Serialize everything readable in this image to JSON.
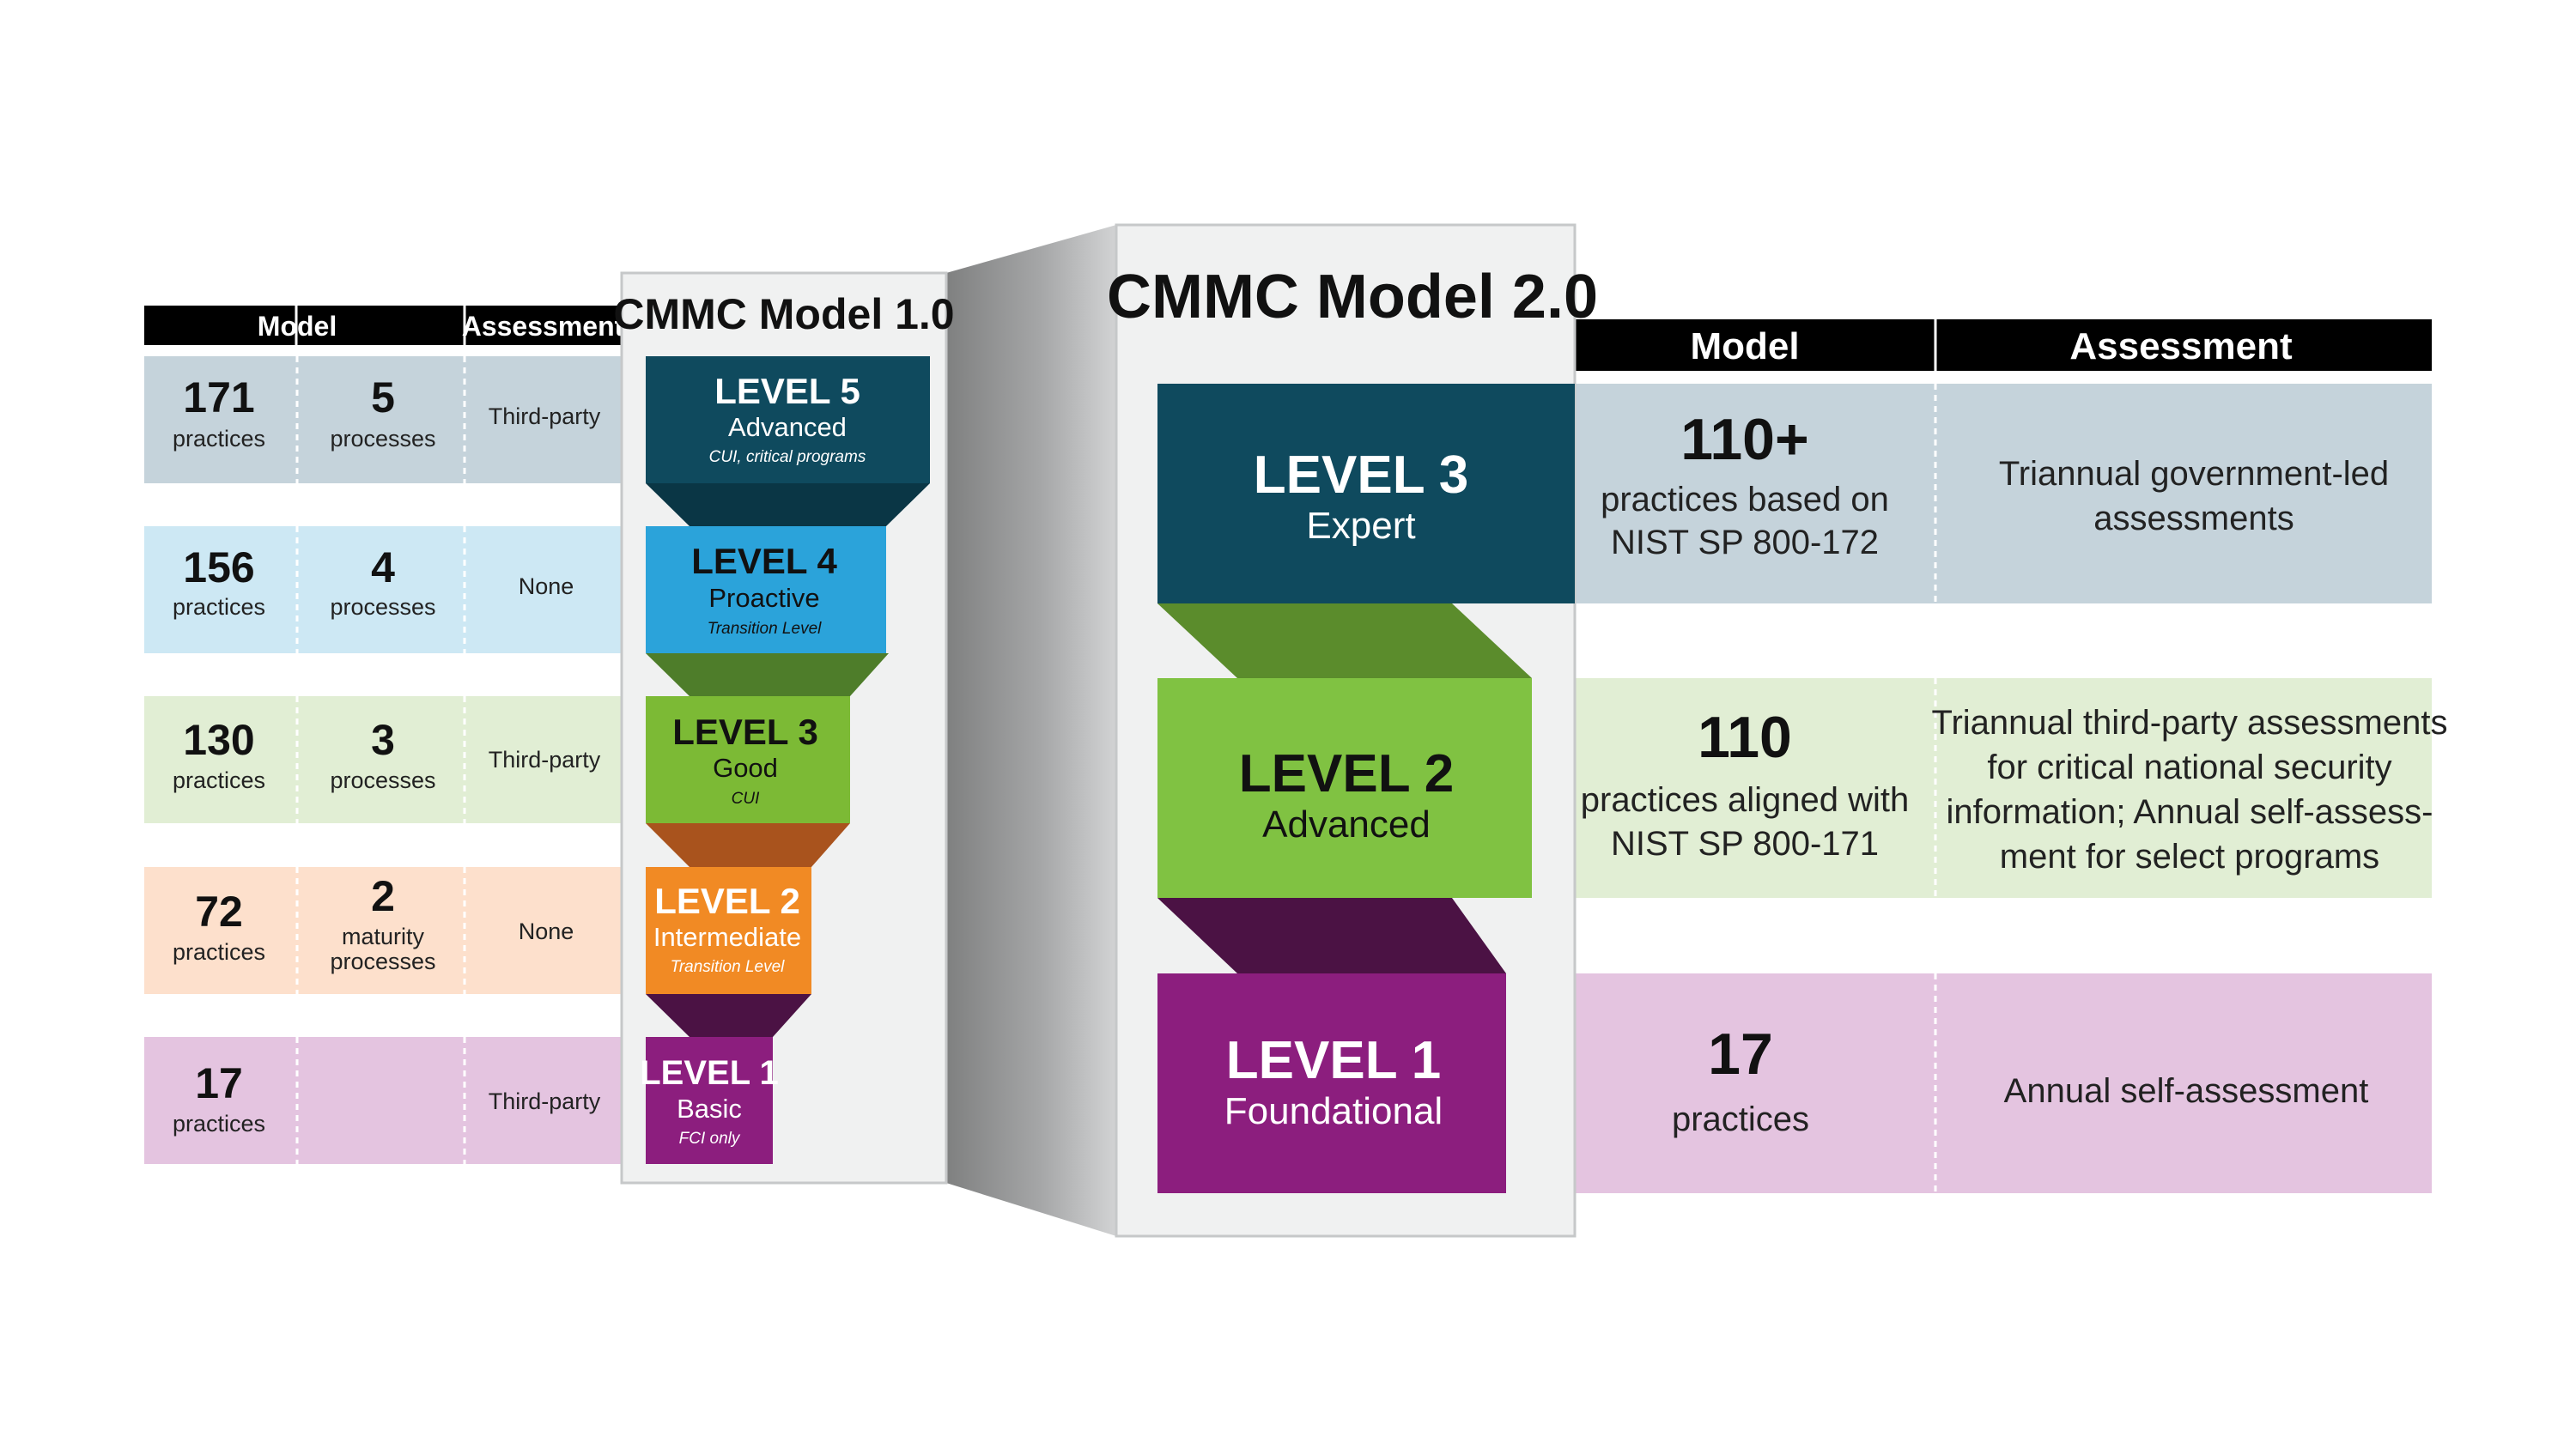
{
  "v1": {
    "title": "CMMC Model 1.0",
    "header": {
      "model": "Model",
      "assessment": "Assessment"
    },
    "rows": [
      {
        "practices_num": "171",
        "practices_label": "practices",
        "processes_num": "5",
        "processes_label": "processes",
        "processes_label2": "",
        "assessment": "Third-party",
        "level_name": "LEVEL 5",
        "level_desc": "Advanced",
        "level_sub": "CUI, critical programs"
      },
      {
        "practices_num": "156",
        "practices_label": "practices",
        "processes_num": "4",
        "processes_label": "processes",
        "processes_label2": "",
        "assessment": "None",
        "level_name": "LEVEL 4",
        "level_desc": "Proactive",
        "level_sub": "Transition Level"
      },
      {
        "practices_num": "130",
        "practices_label": "practices",
        "processes_num": "3",
        "processes_label": "processes",
        "processes_label2": "",
        "assessment": "Third-party",
        "level_name": "LEVEL 3",
        "level_desc": "Good",
        "level_sub": "CUI"
      },
      {
        "practices_num": "72",
        "practices_label": "practices",
        "processes_num": "2",
        "processes_label": "maturity",
        "processes_label2": "processes",
        "assessment": "None",
        "level_name": "LEVEL 2",
        "level_desc": "Intermediate",
        "level_sub": "Transition Level"
      },
      {
        "practices_num": "17",
        "practices_label": "practices",
        "processes_num": "",
        "processes_label": "",
        "processes_label2": "",
        "assessment": "Third-party",
        "level_name": "LEVEL 1",
        "level_desc": "Basic",
        "level_sub": "FCI only"
      }
    ]
  },
  "v2": {
    "title": "CMMC Model 2.0",
    "header": {
      "model": "Model",
      "assessment": "Assessment"
    },
    "rows": [
      {
        "level_name": "LEVEL 3",
        "level_desc": "Expert",
        "count": "110+",
        "desc1": "practices based on",
        "desc2": "NIST SP 800-172",
        "assess": [
          "Triannual government-led",
          "assessments"
        ]
      },
      {
        "level_name": "LEVEL 2",
        "level_desc": "Advanced",
        "count": "110",
        "desc1": "practices aligned with",
        "desc2": "NIST SP 800-171",
        "assess": [
          "Triannual third-party assessments",
          "for critical national security",
          "information; Annual self-assess-",
          "ment for select programs"
        ]
      },
      {
        "level_name": "LEVEL 1",
        "level_desc": "Foundational",
        "count": "17",
        "desc1": "practices",
        "desc2": "",
        "assess": [
          "Annual self-assessment"
        ]
      }
    ]
  },
  "colors": {
    "level5": "#0f4a5e",
    "level4": "#2ba3da",
    "level3": "#7cba35",
    "level2": "#f18a24",
    "level1": "#8c1e7e",
    "row_blue_dark": "#c5d3db",
    "row_blue_light": "#cde8f4",
    "row_green": "#e1eed4",
    "row_orange": "#fde0cc",
    "row_purple": "#e4c4e0",
    "v2_level3": "#0f4a5e",
    "v2_level2": "#80c242",
    "v2_level1": "#8c1e7e",
    "header_bg": "#000000",
    "panel_bg": "#f0f1f1"
  }
}
